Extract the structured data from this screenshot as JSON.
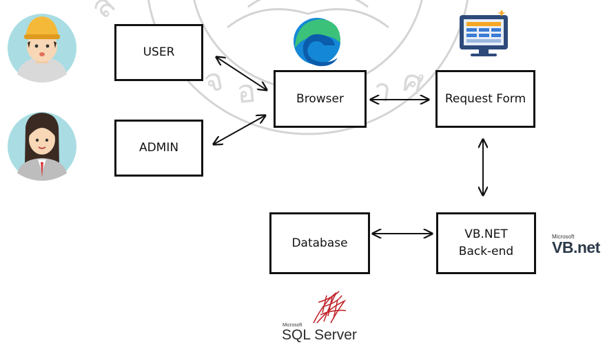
{
  "colors": {
    "border": "#111111",
    "arrow": "#111111",
    "watermark": "#cfcfcf",
    "sql_red": "#c0262c",
    "net_orange": "#e87b2e"
  },
  "actors": [
    {
      "name": "user",
      "icon": "worker-avatar-icon"
    },
    {
      "name": "admin",
      "icon": "woman-avatar-icon"
    }
  ],
  "boxes": {
    "user": "USER",
    "admin": "ADMIN",
    "browser": "Browser",
    "request_form": "Request Form",
    "database": "Database",
    "vbnet_line1": "VB.NET",
    "vbnet_line2": "Back-end"
  },
  "logos": {
    "edge": "edge-browser-logo",
    "web_form": "web-form-monitor-icon",
    "vbnet": {
      "brand": "Microsoft",
      "mark": "VB.net"
    },
    "sqlserver": {
      "brand": "Microsoft",
      "mark": "SQL Server"
    }
  },
  "watermark": "university-seal-watermark"
}
